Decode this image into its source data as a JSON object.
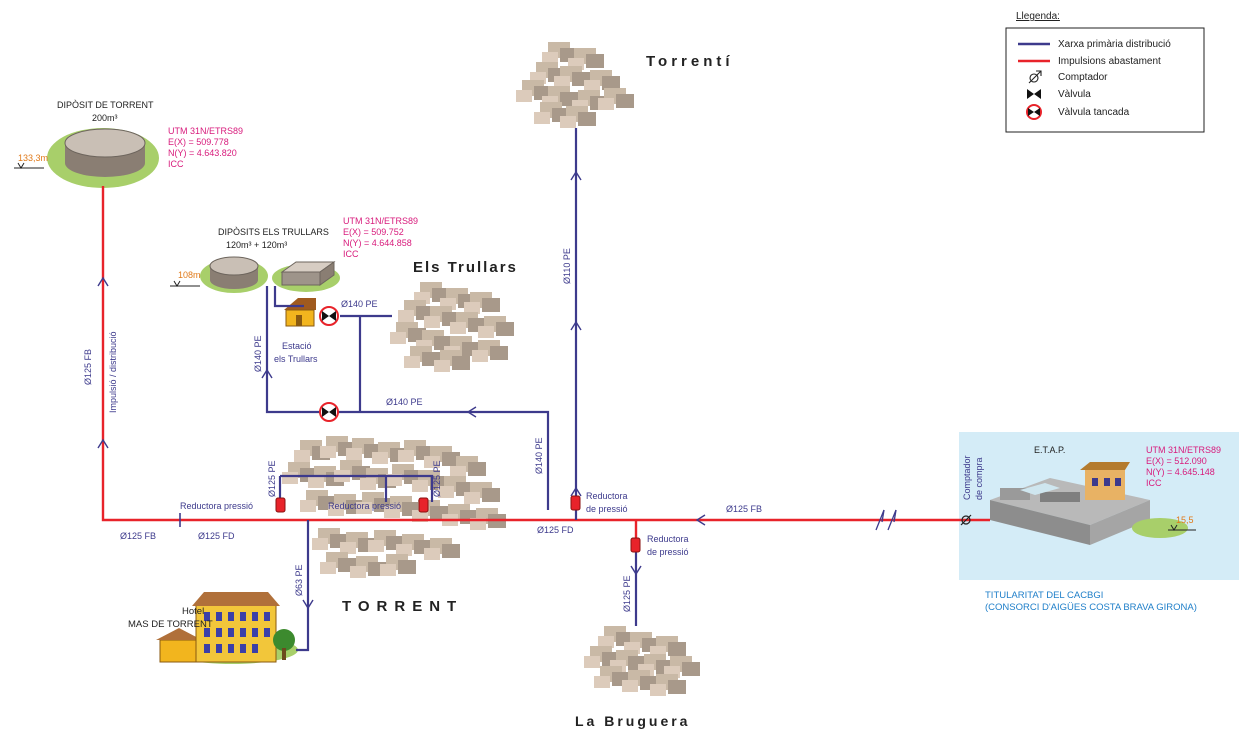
{
  "legend": {
    "title": "Llegenda:",
    "items": [
      {
        "label": "Xarxa primària distribució",
        "symbol": "blue-line"
      },
      {
        "label": "Impulsions abastament",
        "symbol": "red-line"
      },
      {
        "label": "Comptador",
        "symbol": "meter"
      },
      {
        "label": "Vàlvula",
        "symbol": "valve"
      },
      {
        "label": "Vàlvula tancada",
        "symbol": "closed-valve"
      }
    ]
  },
  "colors": {
    "distribution": "#3d3a8c",
    "supply": "#e8232a",
    "coords": "#d81b7c",
    "elevation": "#e07a1a",
    "titularity": "#1f7fc9",
    "etap_bg": "#d4ecf7"
  },
  "towns": {
    "torrenti": "Torrentí",
    "els_trullars": "Els Trullars",
    "torrent": "TORRENT",
    "la_bruguera": "La Bruguera"
  },
  "deposit_torrent": {
    "title": "DIPÒSIT DE TORRENT",
    "capacity": "200m³",
    "elevation": "133,3m",
    "coords": [
      "UTM 31N/ETRS89",
      "E(X) =    509.778",
      "N(Y) = 4.643.820",
      "ICC"
    ]
  },
  "deposits_trullars": {
    "title": "DIPÒSITS ELS TRULLARS",
    "capacity": "120m³  +  120m³",
    "elevation": "108m",
    "coords": [
      "UTM 31N/ETRS89",
      "E(X) =    509.752",
      "N(Y) = 4.644.858",
      "ICC"
    ]
  },
  "station": {
    "line1": "Estació",
    "line2": "els Trullars"
  },
  "etap": {
    "title": "E.T.A.P.",
    "meter_label_1": "Comptador",
    "meter_label_2": "de compra",
    "elevation": "15,5",
    "coords": [
      "UTM 31N/ETRS89",
      "E(X) =    512.090",
      "N(Y) = 4.645.148",
      "ICC"
    ],
    "titularity_1": "TITULARITAT DEL CACBGI",
    "titularity_2": "(CONSORCI D'AIGÜES COSTA BRAVA GIRONA)"
  },
  "hotel": {
    "line1": "Hotel",
    "line2": "MAS DE TORRENT"
  },
  "reducers": {
    "left": "Reductora pressió",
    "center": "Reductora pressió",
    "east_1": "Reductora",
    "east_2": "de pressió",
    "south_1": "Reductora",
    "south_2": "de pressió"
  },
  "pipes": {
    "main_left_fb": "Ø125 FB",
    "main_left_fd": "Ø125 FD",
    "main_center_fd": "Ø125 FD",
    "main_east_fb": "Ø125 FB",
    "impulsio_fb": "Ø125 FB",
    "impulsio_dist": "Impulsió / distribució",
    "trullars_down": "Ø140 PE",
    "trullars_branch": "Ø140 PE",
    "return_140": "Ø140 PE",
    "vertical_140": "Ø140 PE",
    "torrenti_110": "Ø110 PE",
    "loop_125_left": "Ø125 PE",
    "loop_125_right": "Ø125 PE",
    "hotel_63": "Ø63 PE",
    "bruguera_125": "Ø125 PE"
  }
}
